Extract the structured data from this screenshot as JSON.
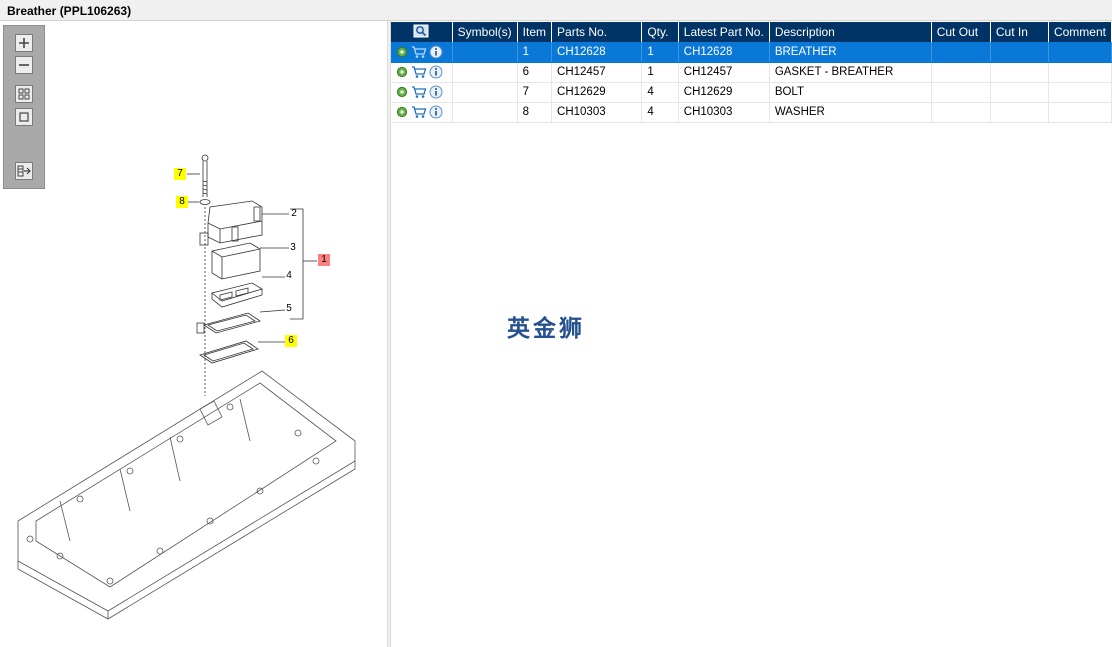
{
  "window": {
    "title": "Breather (PPL106263)"
  },
  "toolbar": {
    "buttons": [
      {
        "name": "zoom-in",
        "icon": "zoom-in-icon"
      },
      {
        "name": "zoom-out",
        "icon": "zoom-out-icon"
      },
      {
        "name": "fit-all",
        "icon": "fit-all-icon"
      },
      {
        "name": "actual-size",
        "icon": "actual-size-icon"
      },
      {
        "name": "export",
        "icon": "export-icon"
      }
    ]
  },
  "diagram": {
    "callouts": [
      {
        "label": "7",
        "style": "yellow"
      },
      {
        "label": "8",
        "style": "yellow"
      },
      {
        "label": "2",
        "style": "plain"
      },
      {
        "label": "3",
        "style": "plain"
      },
      {
        "label": "1",
        "style": "red"
      },
      {
        "label": "4",
        "style": "plain"
      },
      {
        "label": "5",
        "style": "plain"
      },
      {
        "label": "6",
        "style": "yellow"
      }
    ]
  },
  "table": {
    "header_icon": "search-icon",
    "columns": [
      "Symbol(s)",
      "Item",
      "Parts No.",
      "Qty.",
      "Latest Part No.",
      "Description",
      "Cut Out",
      "Cut In",
      "Comment"
    ],
    "rows": [
      {
        "symbols": "",
        "item": "1",
        "parts_no": "CH12628",
        "qty": "1",
        "latest": "CH12628",
        "description": "BREATHER",
        "cut_out": "",
        "cut_in": "",
        "comment": "",
        "selected": true
      },
      {
        "symbols": "",
        "item": "6",
        "parts_no": "CH12457",
        "qty": "1",
        "latest": "CH12457",
        "description": "GASKET - BREATHER",
        "cut_out": "",
        "cut_in": "",
        "comment": "",
        "selected": false
      },
      {
        "symbols": "",
        "item": "7",
        "parts_no": "CH12629",
        "qty": "4",
        "latest": "CH12629",
        "description": "BOLT",
        "cut_out": "",
        "cut_in": "",
        "comment": "",
        "selected": false
      },
      {
        "symbols": "",
        "item": "8",
        "parts_no": "CH10303",
        "qty": "4",
        "latest": "CH10303",
        "description": "WASHER",
        "cut_out": "",
        "cut_in": "",
        "comment": "",
        "selected": false
      }
    ],
    "row_icons": [
      "gear-icon",
      "cart-icon",
      "info-icon"
    ]
  },
  "watermark": {
    "text": "英金狮"
  },
  "colors": {
    "header": "#003366",
    "selected_row": "#0a78d7",
    "toolbar": "#a9a9a9"
  }
}
